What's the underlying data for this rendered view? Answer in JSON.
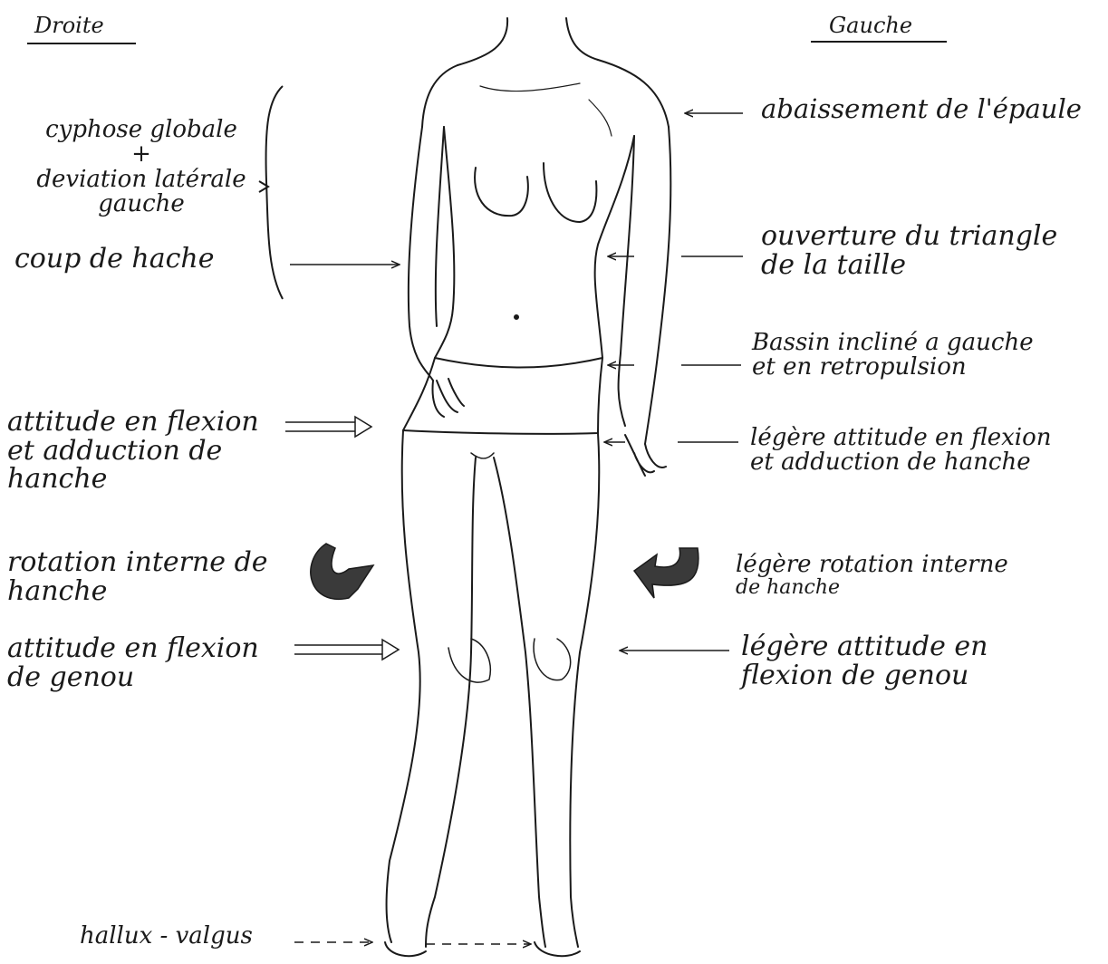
{
  "headers": {
    "right_side": "Droite",
    "left_side": "Gauche"
  },
  "right_labels": {
    "cyphose": {
      "line1": "cyphose globale",
      "line2": "+",
      "line3": "deviation latérale",
      "line4": "gauche"
    },
    "coup_de_hache": "coup de hache",
    "flexion_adduction": {
      "line1": "attitude en flexion",
      "line2": "et adduction de",
      "line3": "hanche"
    },
    "rotation_interne": {
      "line1": "rotation interne de",
      "line2": "hanche"
    },
    "flexion_genou": {
      "line1": "attitude en flexion",
      "line2": "de genou"
    },
    "hallux_valgus": "hallux - valgus"
  },
  "left_labels": {
    "epaule": "abaissement de l'épaule",
    "triangle": {
      "line1": "ouverture du triangle",
      "line2": "de la taille"
    },
    "bassin": {
      "line1": "Bassin incliné a gauche",
      "line2": "et en retropulsion"
    },
    "flexion_adduction_legere": {
      "line1": "légère attitude en flexion",
      "line2": "et adduction de hanche"
    },
    "rotation_legere": {
      "line1": "légère rotation interne",
      "line2": "de hanche"
    },
    "flexion_genou_legere": {
      "line1": "légère attitude en",
      "line2": "flexion de genou"
    }
  }
}
